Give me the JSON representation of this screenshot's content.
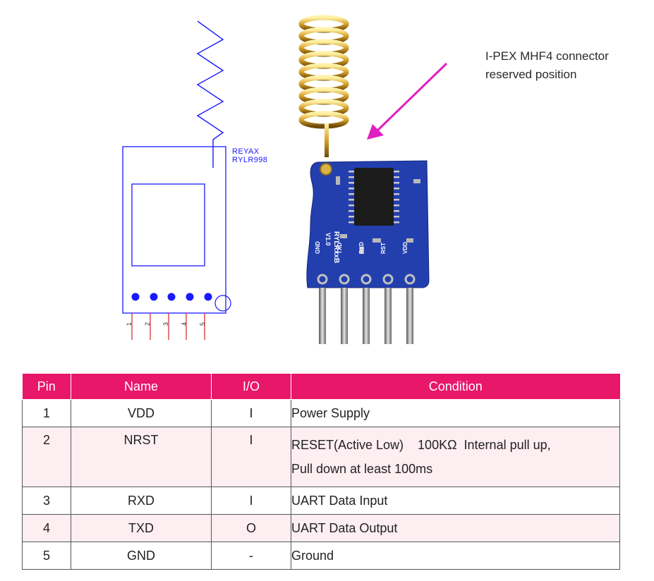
{
  "schematic": {
    "label_line1": "REYAX",
    "label_line2": "RYLR998",
    "pin_numbers": [
      "1",
      "2",
      "3",
      "4",
      "5"
    ]
  },
  "photo": {
    "board_text": "RYLRxxB",
    "version_text": "V1.0",
    "pin_labels": [
      "GND",
      "TXD",
      "RXD",
      "RST",
      "VDD"
    ]
  },
  "callout": {
    "line1": "I-PEX MHF4 connector",
    "line2": "reserved position",
    "arrow_color": "#e020c0"
  },
  "table": {
    "headers": [
      "Pin",
      "Name",
      "I/O",
      "Condition"
    ],
    "header_color": "#e8176a",
    "rows": [
      {
        "pin": "1",
        "name": "VDD",
        "io": "I",
        "condition": [
          "Power Supply"
        ]
      },
      {
        "pin": "2",
        "name": "NRST",
        "io": "I",
        "condition": [
          "RESET(Active Low)    100KΩ  Internal pull up,",
          "Pull down at least 100ms"
        ]
      },
      {
        "pin": "3",
        "name": "RXD",
        "io": "I",
        "condition": [
          "UART Data Input"
        ]
      },
      {
        "pin": "4",
        "name": "TXD",
        "io": "O",
        "condition": [
          "UART Data Output"
        ]
      },
      {
        "pin": "5",
        "name": "GND",
        "io": "-",
        "condition": [
          "Ground"
        ]
      }
    ]
  }
}
